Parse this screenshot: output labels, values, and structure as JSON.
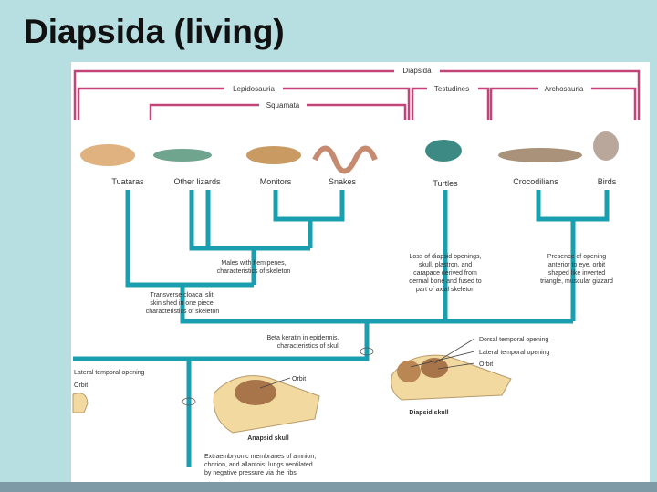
{
  "title": "Diapsida (living)",
  "clades": {
    "diapsida": "Diapsida",
    "lepidosauria": "Lepidosauria",
    "squamata": "Squamata",
    "testudines": "Testudines",
    "archosauria": "Archosauria"
  },
  "taxa": [
    "Tuataras",
    "Other lizards",
    "Monitors",
    "Snakes",
    "Turtles",
    "Crocodilians",
    "Birds"
  ],
  "traits": {
    "hemipenes": [
      "Males with hemipenes,",
      "characteristics of skeleton"
    ],
    "cloacal": [
      "Transverse cloacal slit,",
      "skin shed in one piece,",
      "characteristics of skeleton"
    ],
    "turtles": [
      "Loss of diapsid openings,",
      "skull, plastron, and",
      "carapace derived from",
      "dermal bone and fused to",
      "part of axial skeleton"
    ],
    "archo": [
      "Presence of opening",
      "anterior to eye, orbit",
      "shaped like inverted",
      "triangle, muscular gizzard"
    ],
    "keratin": [
      "Beta keratin in epidermis,",
      "characteristics of skull"
    ],
    "amnion": [
      "Extraembryonic membranes of amnion,",
      "chorion, and allantois; lungs ventilated",
      "by negative pressure via the ribs"
    ]
  },
  "skulls": {
    "diapsid": {
      "label": "Diapsid skull",
      "parts": [
        "Dorsal temporal opening",
        "Lateral temporal opening",
        "Orbit"
      ]
    },
    "anapsid": {
      "label": "Anapsid skull",
      "parts": [
        "Orbit"
      ]
    },
    "partial": {
      "parts": [
        "Lateral temporal opening",
        "Orbit"
      ]
    }
  },
  "colors": {
    "clade": "#c2457a",
    "branch": "#1a9fb0"
  }
}
